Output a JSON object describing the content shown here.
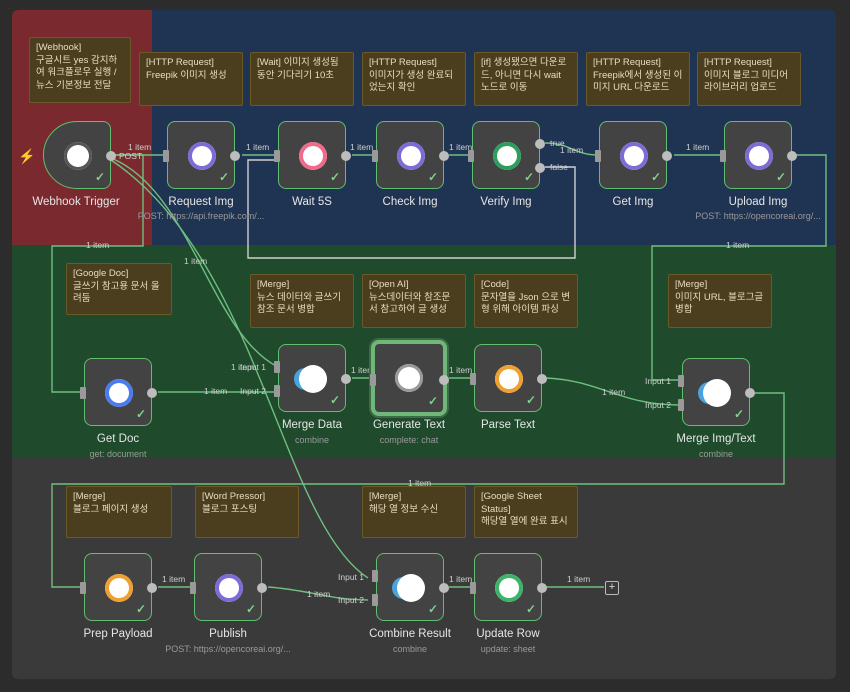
{
  "notes": [
    {
      "id": "webhook",
      "title": "[Webhook]",
      "body": "구글시트 yes 감지하여 워크플로우 실행 / 뉴스 기본정보 전달"
    },
    {
      "id": "http-req",
      "title": "[HTTP Request]",
      "body": "Freepik 이미지 생성"
    },
    {
      "id": "wait",
      "title": "[Wait] 이미지 생성됨",
      "body": "동안 기다리기 10초"
    },
    {
      "id": "http-check",
      "title": "[HTTP Request]",
      "body": "이미지가 생성 완료되었는지 확인"
    },
    {
      "id": "if",
      "title": "[if] 생성됐으면 다운로드, 아니면 다시 wait",
      "body": "노드로 이동"
    },
    {
      "id": "http-get",
      "title": "[HTTP Request]",
      "body": "Freepik에서 생성된 이미지 URL 다운로드"
    },
    {
      "id": "http-upload",
      "title": "[HTTP Request]",
      "body": "이미지 블로그 미디어 라이브러리 업로드"
    },
    {
      "id": "gdoc",
      "title": "[Google Doc]",
      "body": "글쓰기 참고용 문서 올려둠"
    },
    {
      "id": "merge1",
      "title": "[Merge]",
      "body": "뉴스 데이터와 글쓰기 참조 문서 병합"
    },
    {
      "id": "openai",
      "title": "[Open AI]",
      "body": "뉴스데이터와 참조문서 참고하여 글 생성"
    },
    {
      "id": "code",
      "title": "[Code]",
      "body": "문자열을 Json 으로 변형 위해 아이템 파싱"
    },
    {
      "id": "merge2",
      "title": "[Merge]",
      "body": "이미지 URL, 블로그글 병합"
    },
    {
      "id": "merge3",
      "title": "[Merge]",
      "body": "블로그 페이지 생성"
    },
    {
      "id": "wp",
      "title": "[Word Pressor]",
      "body": "블로그 포스팅"
    },
    {
      "id": "merge4",
      "title": "[Merge]",
      "body": "해당 열 정보 수신"
    },
    {
      "id": "gsheet",
      "title": "[Google Sheet Status]",
      "body": "해당열 열에 완료 표시"
    }
  ],
  "nodes": [
    {
      "id": "webhook",
      "label": "Webhook Trigger",
      "sub": "",
      "icon": "webhook-icon"
    },
    {
      "id": "request",
      "label": "Request Img",
      "sub": "POST: https://api.freepik.com/...",
      "icon": "globe-icon"
    },
    {
      "id": "wait",
      "label": "Wait 5S",
      "sub": "",
      "icon": "clock-icon"
    },
    {
      "id": "check",
      "label": "Check Img",
      "sub": "",
      "icon": "globe-icon"
    },
    {
      "id": "verify",
      "label": "Verify Img",
      "sub": "",
      "icon": "if-icon"
    },
    {
      "id": "get",
      "label": "Get Img",
      "sub": "",
      "icon": "globe-icon"
    },
    {
      "id": "upload",
      "label": "Upload Img",
      "sub": "POST: https://opencoreai.org/...",
      "icon": "globe-icon"
    },
    {
      "id": "getdoc",
      "label": "Get Doc",
      "sub": "get: document",
      "icon": "doc-icon"
    },
    {
      "id": "mergedata",
      "label": "Merge Data",
      "sub": "combine",
      "icon": "merge-icon"
    },
    {
      "id": "gentext",
      "label": "Generate Text",
      "sub": "complete: chat",
      "icon": "openai-icon"
    },
    {
      "id": "parse",
      "label": "Parse Text",
      "sub": "",
      "icon": "code-icon"
    },
    {
      "id": "mergeimg",
      "label": "Merge Img/Text",
      "sub": "combine",
      "icon": "merge-icon"
    },
    {
      "id": "prep",
      "label": "Prep Payload",
      "sub": "",
      "icon": "code-icon"
    },
    {
      "id": "publish",
      "label": "Publish",
      "sub": "POST: https://opencoreai.org/...",
      "icon": "globe-icon"
    },
    {
      "id": "combine",
      "label": "Combine Result",
      "sub": "combine",
      "icon": "merge-icon"
    },
    {
      "id": "update",
      "label": "Update Row",
      "sub": "update: sheet",
      "icon": "sheet-icon"
    }
  ],
  "edges": {
    "one_item": "1 item",
    "post": "POST",
    "true": "true",
    "false": "false",
    "input1": "Input 1",
    "input2": "Input 2"
  },
  "colors": {
    "zone_red": "#7a2a2e",
    "zone_blue": "#1f3352",
    "zone_green": "#1f4a2c",
    "zone_gray": "#3a3a3a",
    "node_border": "#5fbf6f",
    "wire": "#6fbf80"
  }
}
